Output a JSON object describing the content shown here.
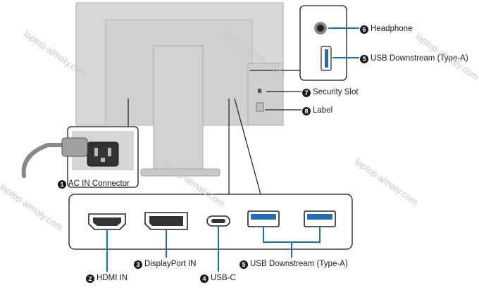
{
  "labels": {
    "n1": "1",
    "ac_in": "AC IN Connector",
    "n2": "2",
    "hdmi": "HDMI IN",
    "n3": "3",
    "displayport": "DisplayPort IN",
    "n4": "4",
    "usbc": "USB-C",
    "n5": "5",
    "usb_down": "USB Downstream (Type-A)",
    "n6": "6",
    "headphone": "Headphone",
    "n7": "7",
    "security": "Security Slot",
    "n8": "8",
    "label": "Label"
  },
  "watermark": "laptop-almaty.com",
  "colors": {
    "accent": "#1f6fb2",
    "monitor": "#d6d6d6",
    "outline": "#1a1a1a"
  }
}
